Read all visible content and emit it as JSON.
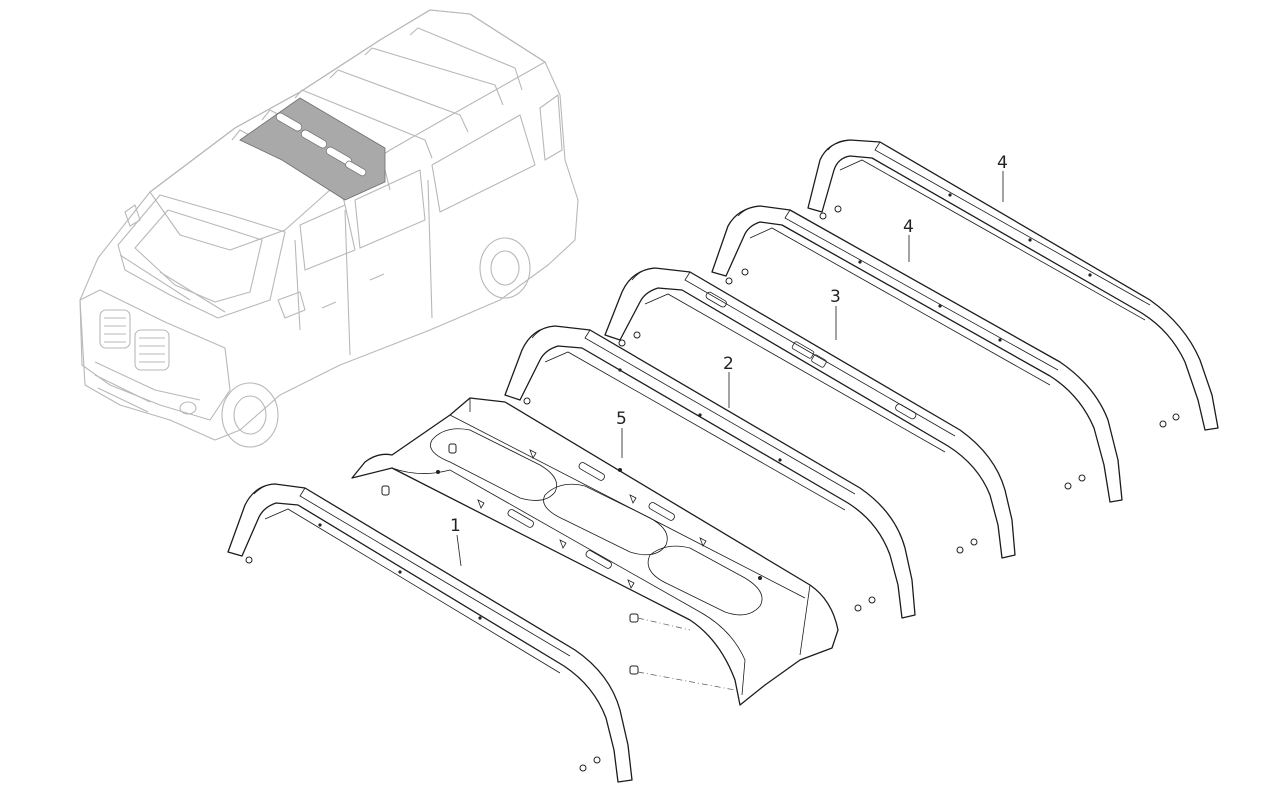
{
  "callouts": [
    {
      "id": "c1",
      "label": "1"
    },
    {
      "id": "c5",
      "label": "5"
    },
    {
      "id": "c2",
      "label": "2"
    },
    {
      "id": "c3",
      "label": "3"
    },
    {
      "id": "c4a",
      "label": "4"
    },
    {
      "id": "c4b",
      "label": "4"
    }
  ]
}
